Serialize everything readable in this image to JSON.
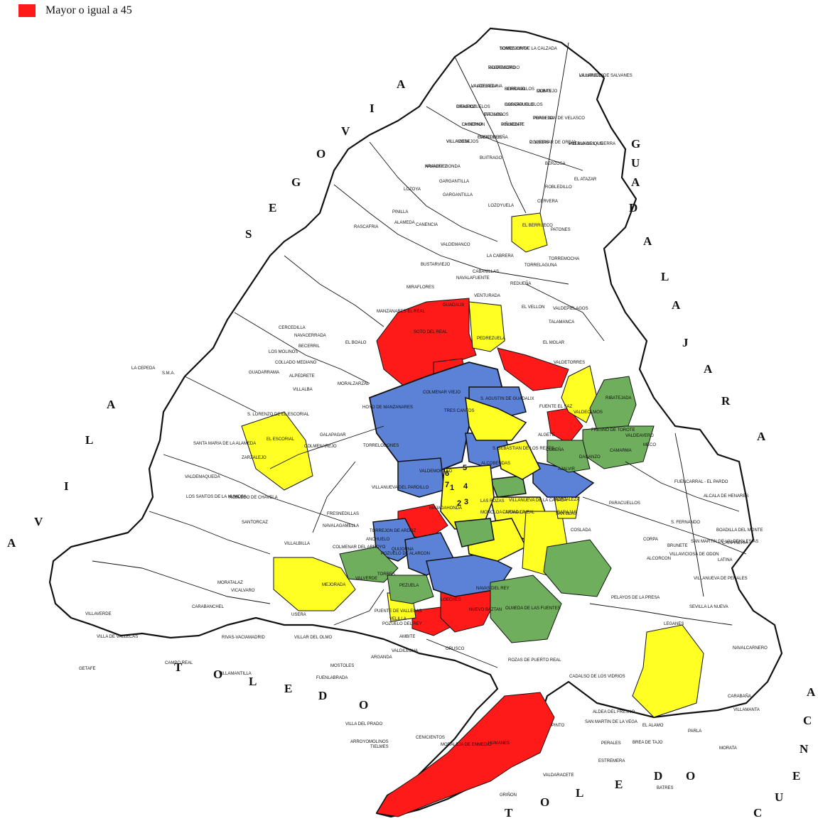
{
  "legend": {
    "label": "Mayor o igual a 45",
    "color": "#ff1a1a"
  },
  "colors": {
    "red": "#ff1a1a",
    "yellow": "#ffff24",
    "blue": "#5b82d6",
    "green": "#6fae5c",
    "white": "#ffffff",
    "line": "#111111"
  },
  "border_labels": {
    "segovia": [
      "S",
      "E",
      "G",
      "O",
      "V",
      "I",
      "A"
    ],
    "guadalajara": [
      "G",
      "U",
      "A",
      "D",
      "A",
      "L",
      "A",
      "J",
      "A",
      "R",
      "A"
    ],
    "avila": [
      "A",
      "V",
      "I",
      "L",
      "A"
    ],
    "toledo_w": [
      "T",
      "O",
      "L",
      "E",
      "D",
      "O"
    ],
    "toledo_s": [
      "T",
      "O",
      "L",
      "E",
      "D",
      "O"
    ],
    "cuenca": [
      "C",
      "U",
      "E",
      "N",
      "C",
      "A"
    ]
  },
  "numbers": [
    "1",
    "2",
    "3",
    "4",
    "5",
    "6",
    "7"
  ],
  "municipalities": [
    "SOMOSIERRA",
    "ROBREGORDO",
    "LA ACEBEDA",
    "HORCAJO",
    "MONTEJO",
    "LA HIRUELA",
    "HORCAJUELO",
    "PRADENA",
    "BRAOJOS",
    "MADARCOS",
    "LA SERNA",
    "PIÑUECAR",
    "GASCONES",
    "VILLAVIEJA",
    "P. VIEJAS",
    "PUEBLA DE LA SIERRA",
    "NAVARREDONDA",
    "BUITRAGO",
    "GARGANTILLA",
    "BERZOSA",
    "ROBLEDILLO",
    "EL ATAZAR",
    "LOZOYA",
    "GARGANTILLA",
    "CERVERA",
    "PINILLA",
    "ALAMEDA",
    "LOZOYUELA",
    "CANENCIA",
    "RASCAFRIA",
    "EL BERRUECO",
    "VALDEMANCO",
    "PATONES",
    "LA CABRERA",
    "BUSTARVIEJO",
    "CABANILLAS",
    "TORREMOCHA",
    "TORRELAGUNA",
    "NAVALAFUENTE",
    "REDUEÑA",
    "MIRAFLORES",
    "VENTURADA",
    "GUADALIX",
    "EL VELLON",
    "VALDEPIELAGOS",
    "TALAMANCA",
    "MANZANARES EL REAL",
    "SOTO DEL REAL",
    "PEDREZUELA",
    "EL MOLAR",
    "CERCEDILLA",
    "NAVACERRADA",
    "EL BOALO",
    "BECERRIL",
    "LOS MOLINOS",
    "COLLADO MEDIANO",
    "VALDETORRES",
    "GUADARRAMA",
    "ALPEDRETE",
    "MORALZARZAL",
    "COLMENAR VIEJO",
    "S. AGUSTIN DE GUADALIX",
    "FUENTE EL SAZ",
    "VALDEOLMOS",
    "RIBATEJADA",
    "LA CEPEDA",
    "S.M.A.",
    "VILLALBA",
    "TRES CANTOS",
    "ALGETE",
    "VALDEAVERO",
    "HOYO DE MANZANARES",
    "FRESNO DE TOROTE",
    "S. LORENZO DE EL ESCORIAL",
    "EL ESCORIAL",
    "GALAPAGAR",
    "TORRELODONES",
    "S. SEBASTIAN DE LOS REYES",
    "COBEÑA",
    "DAGANZO",
    "MECO",
    "SANTA MARIA DE LA ALAMEDA",
    "COLMENAREJO",
    "ALCOBENDAS",
    "CAMARMA",
    "ZARZALEJO",
    "AJALVIR",
    "VALDEMAQUEDA",
    "VALDEMORILLO",
    "FUENCARRAL - EL PARDO",
    "LOS SANTOS DE LA HUMOSA",
    "ROBLEDO DE CHAVELA",
    "FRESNEDILLAS",
    "VILLANUEVA DEL PARDILLO",
    "LAS ROZAS",
    "HORTALEZA",
    "PARACUELLOS",
    "ALCALA DE HENARES",
    "SANTORCAZ",
    "NAVALAGAMELLA",
    "VILLANUEVA DE LA CAÑADA",
    "BARAJAS",
    "TORREJON DE ARDOZ",
    "ANCHUELO",
    "MAJADAHONDA",
    "MONCLOA - ARAVACA",
    "CIUDAD LINEAL",
    "SAN BLAS",
    "COSLADA",
    "S. FERNANDO",
    "VILLALBILLA",
    "COLMENAR DEL ARROYO",
    "QUIJORNA",
    "POZUELO DE ALARCON",
    "CORPA",
    "BRUNETE",
    "BOADILLA DEL MONTE",
    "MORATALAZ",
    "VICALVARO",
    "MEJORADA",
    "TORRES",
    "VALVERDE",
    "PEZUELA",
    "NAVAS DEL REY",
    "LOECHES",
    "NUEVO BAZTAN",
    "OLMEDA DE LAS FUENTES",
    "SAN MARTIN DE VALDEIGLESIAS",
    "CHAPINERIA",
    "LATINA",
    "CARABANCHEL",
    "USERA",
    "PUENTE DE VALLECAS",
    "VELILLA",
    "POZUELO DEL REY",
    "PELAYOS DE LA PRESA",
    "VILLANUEVA DE PERALES",
    "VILLAVICIOSA DE ODON",
    "ALCORCON",
    "VILLAVERDE",
    "VILLA DE VALLECAS",
    "RIVAS-VACIAMADRID",
    "VILLAR DEL OLMO",
    "AMBITE",
    "SEVILLA LA NUEVA",
    "CAMPO REAL",
    "VILLAMANTILLA",
    "MOSTOLES",
    "LEGANES",
    "GETAFE",
    "ARGANDA",
    "VALDILECHA",
    "ORUSCO",
    "ROZAS DE PUERTO REAL",
    "CADALSO DE LOS VIDRIOS",
    "ALDEA DEL FRESNO",
    "NAVALCARNERO",
    "FUENLABRADA",
    "CARABAÑA",
    "VILLA DEL PRADO",
    "VILLAMANTA",
    "ARROYOMOLINOS",
    "TIELMES",
    "CENICIENTOS",
    "MORALEJA DE ENMEDIO",
    "HUMANES",
    "PINTO",
    "SAN MARTIN DE LA VEGA",
    "MORATA",
    "PERALES",
    "BREA DE TAJO",
    "EL ALAMO",
    "PARLA",
    "VALDARACETE",
    "ESTREMERA",
    "BATRES",
    "GRIÑON",
    "TORREJON DE LA CALZADA",
    "VALDEMORO",
    "VALDELAGUNA",
    "SERRANILLOS",
    "CUBAS",
    "VILLAREJO DE SALVANES",
    "CASARRUBUELOS",
    "TORREJON DE VELASCO",
    "CIEMPOZUELOS",
    "TITULCIA",
    "CHINCHON",
    "BELMONTE",
    "FUENTIDUEÑA",
    "VILLACONEJOS",
    "COLMENAR DE OREJA",
    "VILLAMANRIQUE",
    "ARANJUEZ"
  ]
}
